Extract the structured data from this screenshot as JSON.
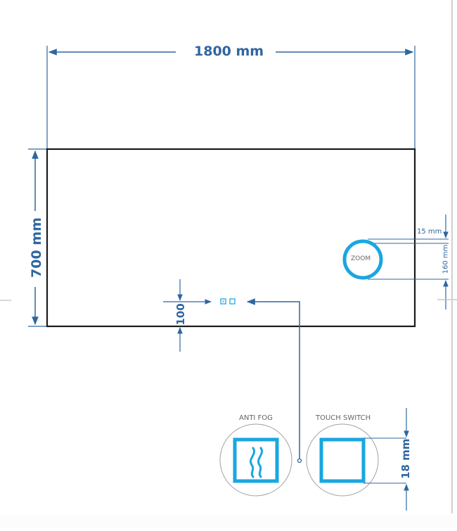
{
  "drawing": {
    "width_label": "1800 mm",
    "height_label": "700 mm",
    "zoom_mirror_label": "ZOOM",
    "zoom_offset_label": "15 mm",
    "zoom_diameter_label": "160 mm",
    "switch_offset_label": "100",
    "icon_size_label": "18 mm",
    "anti_fog_label": "ANTI FOG",
    "touch_switch_label": "TOUCH SWITCH"
  },
  "colors": {
    "dimension_line": "#2f66a1",
    "accent_cyan": "#1aa6e0",
    "frame": "#1a1a1a",
    "circle_outline": "#a0a0a0"
  }
}
